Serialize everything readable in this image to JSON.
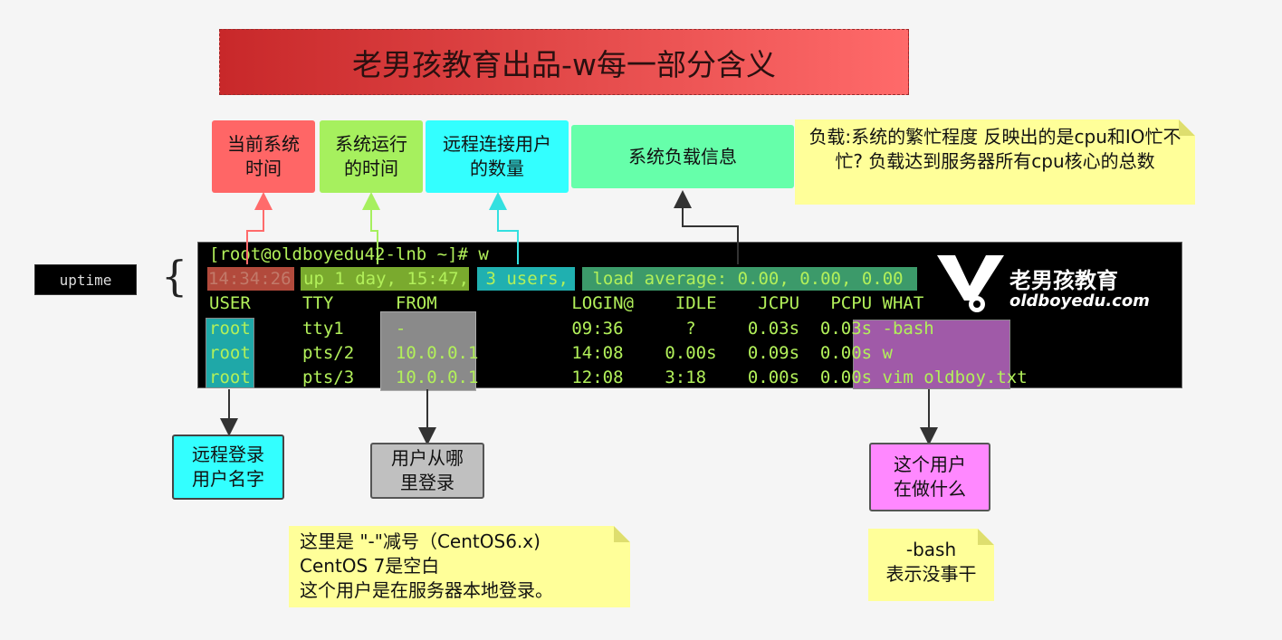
{
  "title": "老男孩教育出品-w每一部分含义",
  "labels": {
    "current_time": "当前系统\n时间",
    "uptime": "系统运行\n的时间",
    "users": "远程连接用户\n的数量",
    "load": "系统负载信息",
    "remote_user": "远程登录\n用户名字",
    "from_where": "用户从哪\n里登录",
    "doing_what": "这个用户\n在做什么"
  },
  "notes": {
    "load_note": "负载:系统的繁忙程度 反映出的是cpu和IO忙不忙? 负载达到服务器所有cpu核心的总数",
    "from_note_1": "这里是 \"-\"减号（CentOS6.x)",
    "from_note_2": "CentOS 7是空白",
    "from_note_3": "这个用户是在服务器本地登录。",
    "bash_note_1": "-bash",
    "bash_note_2": "表示没事干"
  },
  "command_label": "uptime",
  "brace": "{",
  "logo": {
    "name": "老男孩教育",
    "url": "oldboyedu.com"
  },
  "terminal": {
    "prompt": "[root@oldboyedu42-lnb ~]# w",
    "time": "14:34:26",
    "up": "up 1 day, 15:47,",
    "users": " 3 users,",
    "load": " load average: 0.00, 0.00, 0.00",
    "header": "USER     TTY      FROM             LOGIN@    IDLE    JCPU   PCPU WHAT",
    "rows": [
      "root     tty1     -                09:36      ?     0.03s  0.03s -bash",
      "root     pts/2    10.0.0.1         14:08    0.00s   0.09s  0.00s w",
      "root     pts/3    10.0.0.1         12:08    3:18    0.00s  0.00s vim oldboy.txt"
    ]
  },
  "colors": {
    "red": "#ff6666",
    "green": "#a0f060",
    "cyan": "#33ffff",
    "mint": "#66ffaa",
    "gray": "#c0c0c0",
    "pink": "#ff88ff",
    "note": "#ffff99",
    "terminal_text": "#b2f05a"
  }
}
